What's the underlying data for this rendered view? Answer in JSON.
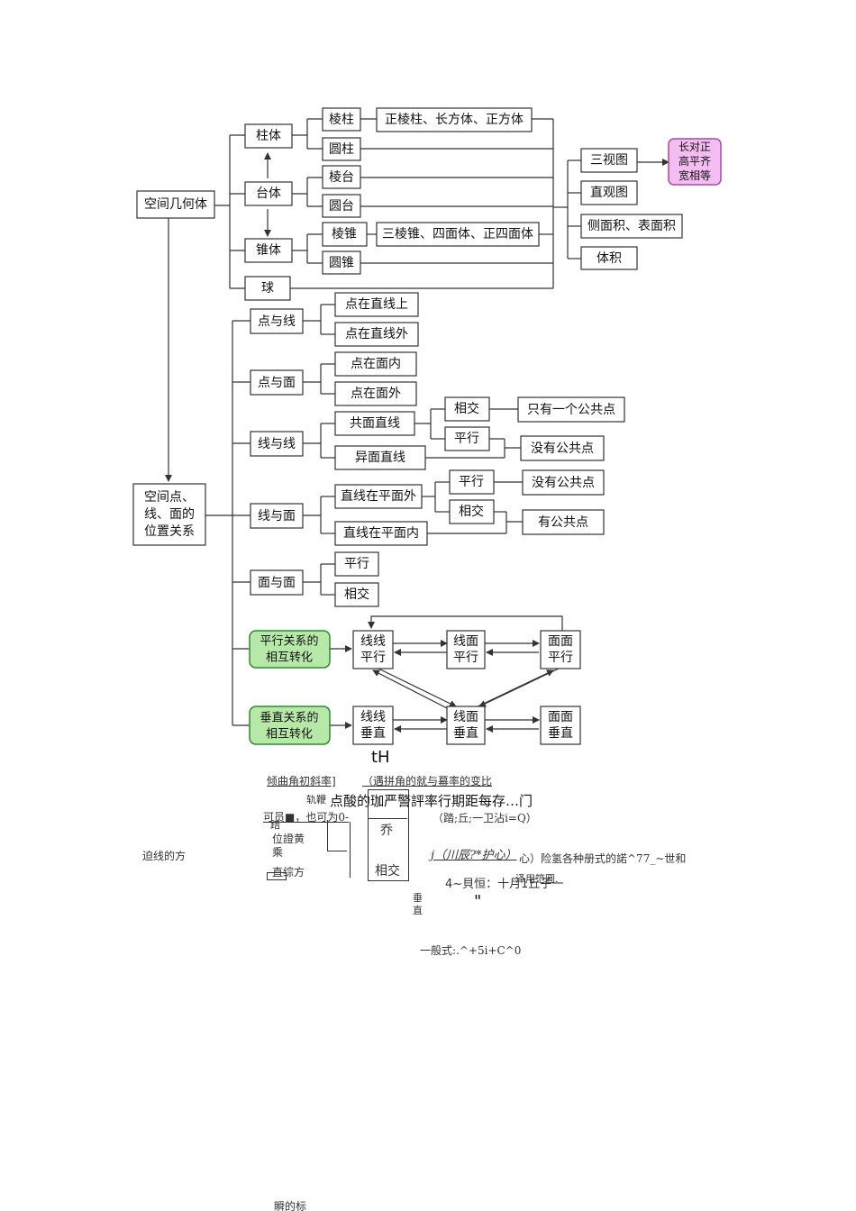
{
  "diagram": {
    "nodes": {
      "space_geometry": "空间几何体",
      "prism_body": "柱体",
      "frustum_body": "台体",
      "cone_body": "锥体",
      "sphere": "球",
      "prism": "棱柱",
      "prism_types": "正棱柱、长方体、正方体",
      "cylinder": "圆柱",
      "frustum": "棱台",
      "round_frustum": "圆台",
      "pyramid": "棱锥",
      "pyramid_types": "三棱锥、四面体、正四面体",
      "cone": "圆锥",
      "three_views": "三视图",
      "intuitive_view": "直观图",
      "surface_area": "侧面积、表面积",
      "volume": "体积",
      "view_rule_1": "长对正",
      "view_rule_2": "高平齐",
      "view_rule_3": "宽相等",
      "position_1": "空间点、",
      "position_2": "线、面的",
      "position_3": "位置关系",
      "point_line": "点与线",
      "point_on_line": "点在直线上",
      "point_off_line": "点在直线外",
      "point_plane": "点与面",
      "point_in_plane": "点在面内",
      "point_off_plane": "点在面外",
      "line_line": "线与线",
      "coplanar_lines": "共面直线",
      "skew_lines": "异面直线",
      "intersect_1": "相交",
      "only_one_common": "只有一个公共点",
      "parallel_1": "平行",
      "no_common_1": "没有公共点",
      "line_plane": "线与面",
      "line_outside_plane": "直线在平面外",
      "line_in_plane": "直线在平面内",
      "parallel_2": "平行",
      "no_common_2": "没有公共点",
      "intersect_2": "相交",
      "has_common": "有公共点",
      "plane_plane": "面与面",
      "parallel_3": "平行",
      "intersect_3": "相交",
      "parallel_conv_1": "平行关系的",
      "parallel_conv_2": "相互转化",
      "ll_parallel_1": "线线",
      "ll_parallel_2": "平行",
      "lp_parallel_1": "线面",
      "lp_parallel_2": "平行",
      "pp_parallel_1": "面面",
      "pp_parallel_2": "平行",
      "perp_conv_1": "垂直关系的",
      "perp_conv_2": "相互转化",
      "ll_perp_1": "线线",
      "ll_perp_2": "垂直",
      "lp_perp_1": "线面",
      "lp_perp_2": "垂直",
      "pp_perp_1": "面面",
      "pp_perp_2": "垂直"
    }
  },
  "fragments": {
    "t1": "tH",
    "t2": "倾曲角初斜率]",
    "t3": "（遇拼角的就与幕率的变比",
    "t4": "轨鞭",
    "t5": "点酸的珈严警評率行期距每存…门",
    "t6": "可员■，也可为0-",
    "t7": "（踏;丘;一卫沾i=Q）",
    "t8": "乔",
    "t9": "踣",
    "t10": "位證黄",
    "t11": "乘",
    "t12": "迫线的方",
    "t13": "j（川辰?*护心）",
    "t14": "心）险氢各种册式的諾^77_~世和",
    "t15": "相交",
    "t16": "直综方",
    "t17": "4~貝恒：十月1丘子一",
    "t18": "泽用笵圓.",
    "t19": "垂",
    "t20": "直",
    "t21": "\"",
    "t22": "一般式:.^+5i+C^0",
    "t23": "瞬的标"
  },
  "colors": {
    "line": "#333333",
    "pink_fill": "#f4bdf2",
    "pink_stroke": "#a94aa8",
    "green_fill": "#b6e8a8",
    "green_stroke": "#2e8a2e"
  }
}
